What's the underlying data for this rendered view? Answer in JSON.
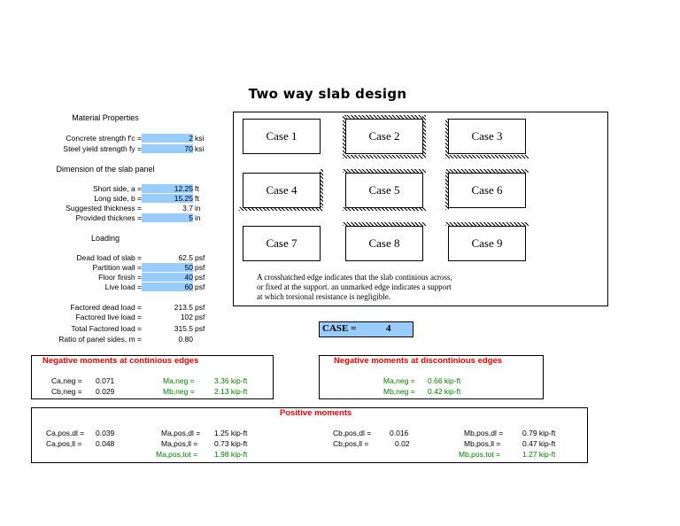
{
  "title": "Two way slab design",
  "material": {
    "heading": "Material Properties",
    "rows": [
      {
        "label": "Concrete strength f'c =",
        "value": "2",
        "unit": "ksi"
      },
      {
        "label": "Steel yield strength fy =",
        "value": "70",
        "unit": "ksi"
      }
    ]
  },
  "dimension": {
    "heading": "Dimension of the slab panel",
    "rows": [
      {
        "label": "Short side, a =",
        "value": "12.25",
        "unit": "ft"
      },
      {
        "label": "Long side, b =",
        "value": "15.25",
        "unit": "ft"
      },
      {
        "label": "Suggested thickness =",
        "value": "3.7",
        "unit": "in"
      },
      {
        "label": "Provided thicknes =",
        "value": "5",
        "unit": "in"
      }
    ]
  },
  "loading": {
    "heading": "Loading",
    "rows": [
      {
        "label": "Dead load of slab =",
        "value": "62.5",
        "unit": "psf"
      },
      {
        "label": "Partition wall =",
        "value": "50",
        "unit": "psf"
      },
      {
        "label": "Floor finish =",
        "value": "40",
        "unit": "psf"
      },
      {
        "label": "Live load =",
        "value": "60",
        "unit": "psf"
      }
    ],
    "results": [
      {
        "label": "Factored dead load =",
        "value": "213.5",
        "unit": "psf"
      },
      {
        "label": "Factored live load =",
        "value": "102",
        "unit": "psf"
      },
      {
        "label": "Total  Factored load =",
        "value": "315.5",
        "unit": "psf"
      },
      {
        "label": "Ratio of panel sides, m =",
        "value": "0.80",
        "unit": ""
      }
    ]
  },
  "cases": [
    "Case 1",
    "Case 2",
    "Case 3",
    "Case 4",
    "Case 5",
    "Case 6",
    "Case 7",
    "Case 8",
    "Case 9"
  ],
  "case_note": [
    "A crosshatched edge indicates that the slab continious across,",
    "or fixed at the support. an unmarked edge indicates a support",
    "at which torsional resistance is negligible."
  ],
  "case_selected": {
    "label": "CASE =",
    "value": "4"
  },
  "neg_cont": {
    "title": "Negative moments at continious edges",
    "ca_label": "Ca,neg =",
    "ca_value": "0.071",
    "cb_label": "Cb,neg =",
    "cb_value": "0.029",
    "ma_label": "Ma,neg =",
    "ma_value": "3.36 kip-ft",
    "mb_label": "Mb,neg =",
    "mb_value": "2.13 kip-ft"
  },
  "neg_disc": {
    "title": "Negative moments at discontinious edges",
    "ma_label": "Ma,neg =",
    "ma_value": "0.66 kip-ft",
    "mb_label": "Mb,neg =",
    "mb_value": "0.42 kip-ft"
  },
  "positive": {
    "title": "Positive moments",
    "ca_dl_label": "Ca,pos,dl =",
    "ca_dl_value": "0.039",
    "ca_ll_label": "Ca,pos,ll =",
    "ca_ll_value": "0.048",
    "ma_dl_label": "Ma,pos,dl =",
    "ma_dl_value": "1.25 kip-ft",
    "ma_ll_label": "Ma,pos,ll =",
    "ma_ll_value": "0.73 kip-ft",
    "ma_tot_label": "Ma,pos,tot =",
    "ma_tot_value": "1.98 kip-ft",
    "cb_dl_label": "Cb,pos,dl =",
    "cb_dl_value": "0.016",
    "cb_ll_label": "Cb,pos,ll =",
    "cb_ll_value": "0.02",
    "mb_dl_label": "Mb,pos,dl =",
    "mb_dl_value": "0.79 kip-ft",
    "mb_ll_label": "Mb,pos,ll =",
    "mb_ll_value": "0.47 kip-ft",
    "mb_tot_label": "Mb,pos,tot =",
    "mb_tot_value": "1.27 kip-ft"
  }
}
